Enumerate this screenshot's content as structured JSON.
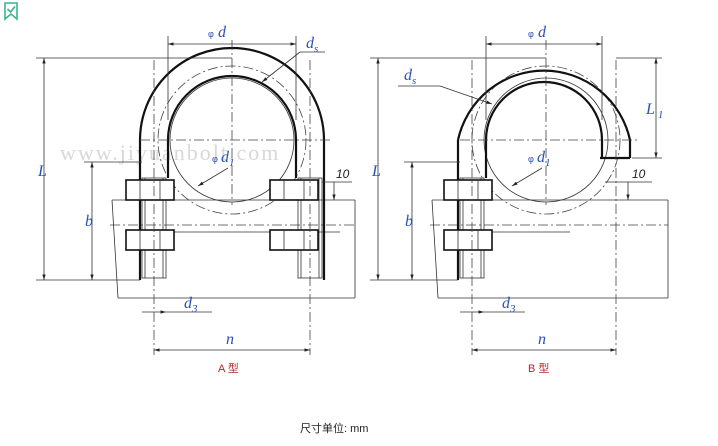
{
  "logo": {
    "name": "bookmark-check-logo",
    "color": "#3bb58a"
  },
  "watermark": "www.jiyuanbolt.com",
  "labels": {
    "phi": "φ",
    "d": "d",
    "ds_main": "d",
    "ds_sub": "s",
    "d1_main": "d",
    "d1_sub": "1",
    "d3_main": "d",
    "d3_sub": "3",
    "L": "L",
    "L1_main": "L",
    "L1_sub": "1",
    "b": "b",
    "n": "n",
    "dim_10": "10"
  },
  "type_a": "A 型",
  "type_b": "B 型",
  "unit_note": "尺寸单位: mm",
  "colors": {
    "label": "#2a4fb5",
    "type_label": "#b0282a",
    "line": "#111111"
  }
}
